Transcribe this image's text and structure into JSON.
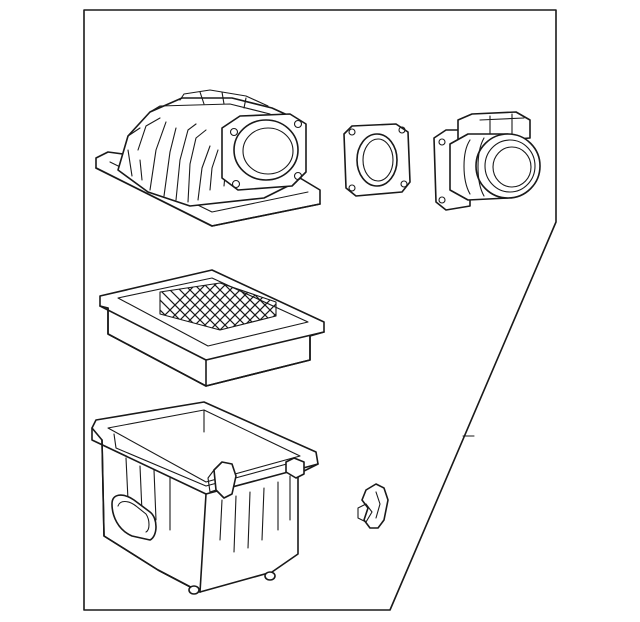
{
  "diagram": {
    "parts": [
      {
        "id": "upper-housing"
      },
      {
        "id": "gasket"
      },
      {
        "id": "mass-air-flow-sensor"
      },
      {
        "id": "filter-element"
      },
      {
        "id": "lower-housing"
      },
      {
        "id": "clip"
      }
    ]
  }
}
